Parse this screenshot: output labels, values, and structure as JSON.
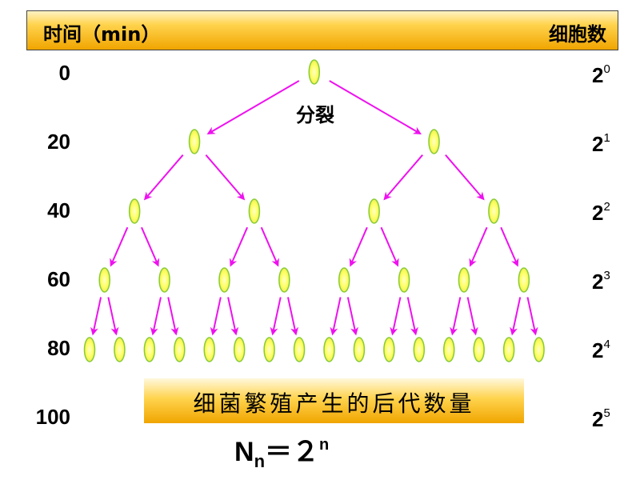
{
  "header": {
    "left_label": "时间（min）",
    "right_label": "细胞数"
  },
  "rows": [
    {
      "time": "0",
      "count_base": "2",
      "count_exp": "0"
    },
    {
      "time": "20",
      "count_base": "2",
      "count_exp": "1"
    },
    {
      "time": "40",
      "count_base": "2",
      "count_exp": "2"
    },
    {
      "time": "60",
      "count_base": "2",
      "count_exp": "3"
    },
    {
      "time": "80",
      "count_base": "2",
      "count_exp": "4"
    },
    {
      "time": "100",
      "count_base": "2",
      "count_exp": "5"
    }
  ],
  "split_label": "分裂",
  "caption": "细菌繁殖产生的后代数量",
  "formula": {
    "lhs": "N",
    "lhs_sub": "n",
    "eq": "＝２",
    "exp": "n"
  },
  "colors": {
    "arrow": "#ee11ee",
    "cell_fill": "#ffff66",
    "cell_stroke": "#88cc33",
    "header_bg": "#ffd34d"
  },
  "generations": [
    1,
    2,
    4,
    8,
    16
  ]
}
